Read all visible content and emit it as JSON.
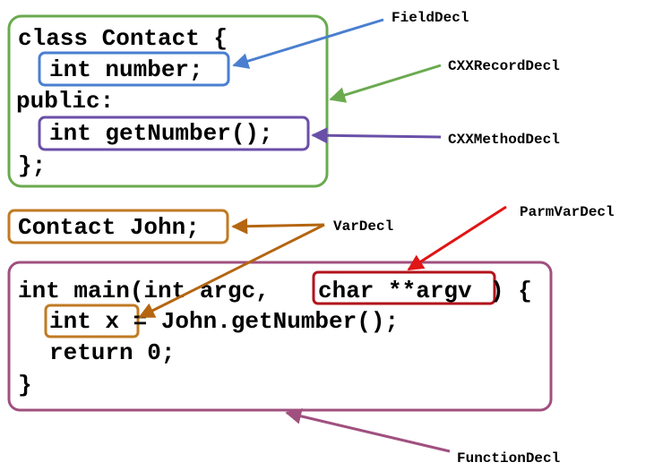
{
  "code": {
    "class_line": "class Contact {",
    "field_line": "int number;",
    "public_line": "public:",
    "method_line": "int getNumber();",
    "class_close": "};",
    "var_line": "Contact John;",
    "main_prefix": "int main(int argc, ",
    "main_param": "char **argv",
    "main_suffix": ") {",
    "x_decl": "int x",
    "x_rest": " = John.getNumber();",
    "return_line": "return 0;",
    "main_close": "}"
  },
  "labels": {
    "field_decl": "FieldDecl",
    "record_decl": "CXXRecordDecl",
    "method_decl": "CXXMethodDecl",
    "var_decl": "VarDecl",
    "parm_var_decl": "ParmVarDecl",
    "function_decl": "FunctionDecl"
  },
  "colors": {
    "field_decl": "#4a7fd0",
    "record_decl": "#6aaa4f",
    "method_decl": "#6a4fa8",
    "var_decl": "#c07a23",
    "parm_var_decl": "#b3121c",
    "parm_arrow": "#e01515",
    "function_decl": "#a0507f",
    "var_arrow": "#b5650f"
  }
}
